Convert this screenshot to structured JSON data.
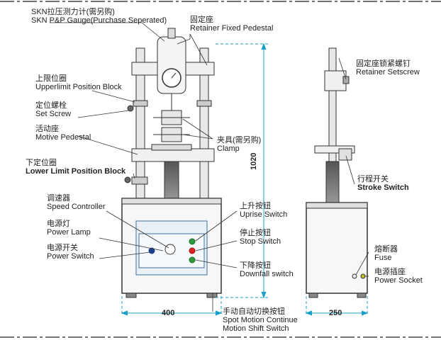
{
  "labels": {
    "gauge": {
      "cn": "SKN拉压测力计(需另购)",
      "en": "SKN P&P Gauge(Purchase Seperated)"
    },
    "retainer_fixed": {
      "cn": "固定座",
      "en": "Retainer Fixed Pedestal"
    },
    "upperlimit": {
      "cn": "上限位圈",
      "en": "Upperlimit Position Block"
    },
    "set_screw": {
      "cn": "定位螺栓",
      "en": "Set Screw"
    },
    "motive_pedestal": {
      "cn": "活动座",
      "en": "Motive Pedestal"
    },
    "clamp": {
      "cn": "夹具(需另购)",
      "en": "Clamp"
    },
    "lower_limit": {
      "cn": "下定位圈",
      "en": "Lower Limit Position Block"
    },
    "speed_controller": {
      "cn": "调速器",
      "en": "Speed Controller"
    },
    "power_lamp": {
      "cn": "电源灯",
      "en": "Power Lamp"
    },
    "power_switch": {
      "cn": "电源开关",
      "en": "Power Switch"
    },
    "uprise_switch": {
      "cn": "上升按钮",
      "en": "Uprise Switch"
    },
    "stop_switch": {
      "cn": "停止按钮",
      "en": "Stop Switch"
    },
    "downfall_switch": {
      "cn": "下降按钮",
      "en": "Downfall switch"
    },
    "motion_shift": {
      "cn": "手动自动切换按钮",
      "en1": "Spot Motion  Continue",
      "en2": "Motion Shift Switch"
    },
    "retainer_setscrew": {
      "cn": "固定座锁紧螺钉",
      "en": "Retainer Setscrew"
    },
    "stroke_switch": {
      "cn": "行程开关",
      "en": "Stroke Switch"
    },
    "fuse": {
      "cn": "熔断器",
      "en": "Fuse"
    },
    "power_socket": {
      "cn": "电源插座",
      "en": "Power Socket"
    }
  },
  "dimensions": {
    "width_front": "400",
    "width_side": "250",
    "height": "1020"
  }
}
